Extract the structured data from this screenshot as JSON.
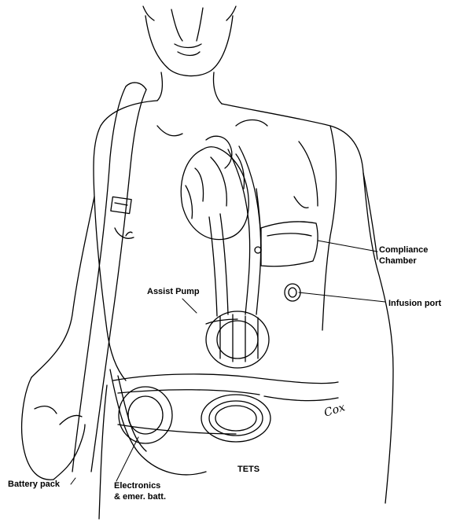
{
  "labels": {
    "compliance": [
      "Compliance",
      "Chamber"
    ],
    "infusion": "Infusion port",
    "assist": "Assist Pump",
    "tets": "TETS",
    "battery": "Battery pack",
    "electronics": [
      "Electronics",
      "& emer. batt."
    ],
    "signature": "Cox"
  },
  "colors": {
    "ink": "#000000",
    "paper": "#ffffff"
  }
}
